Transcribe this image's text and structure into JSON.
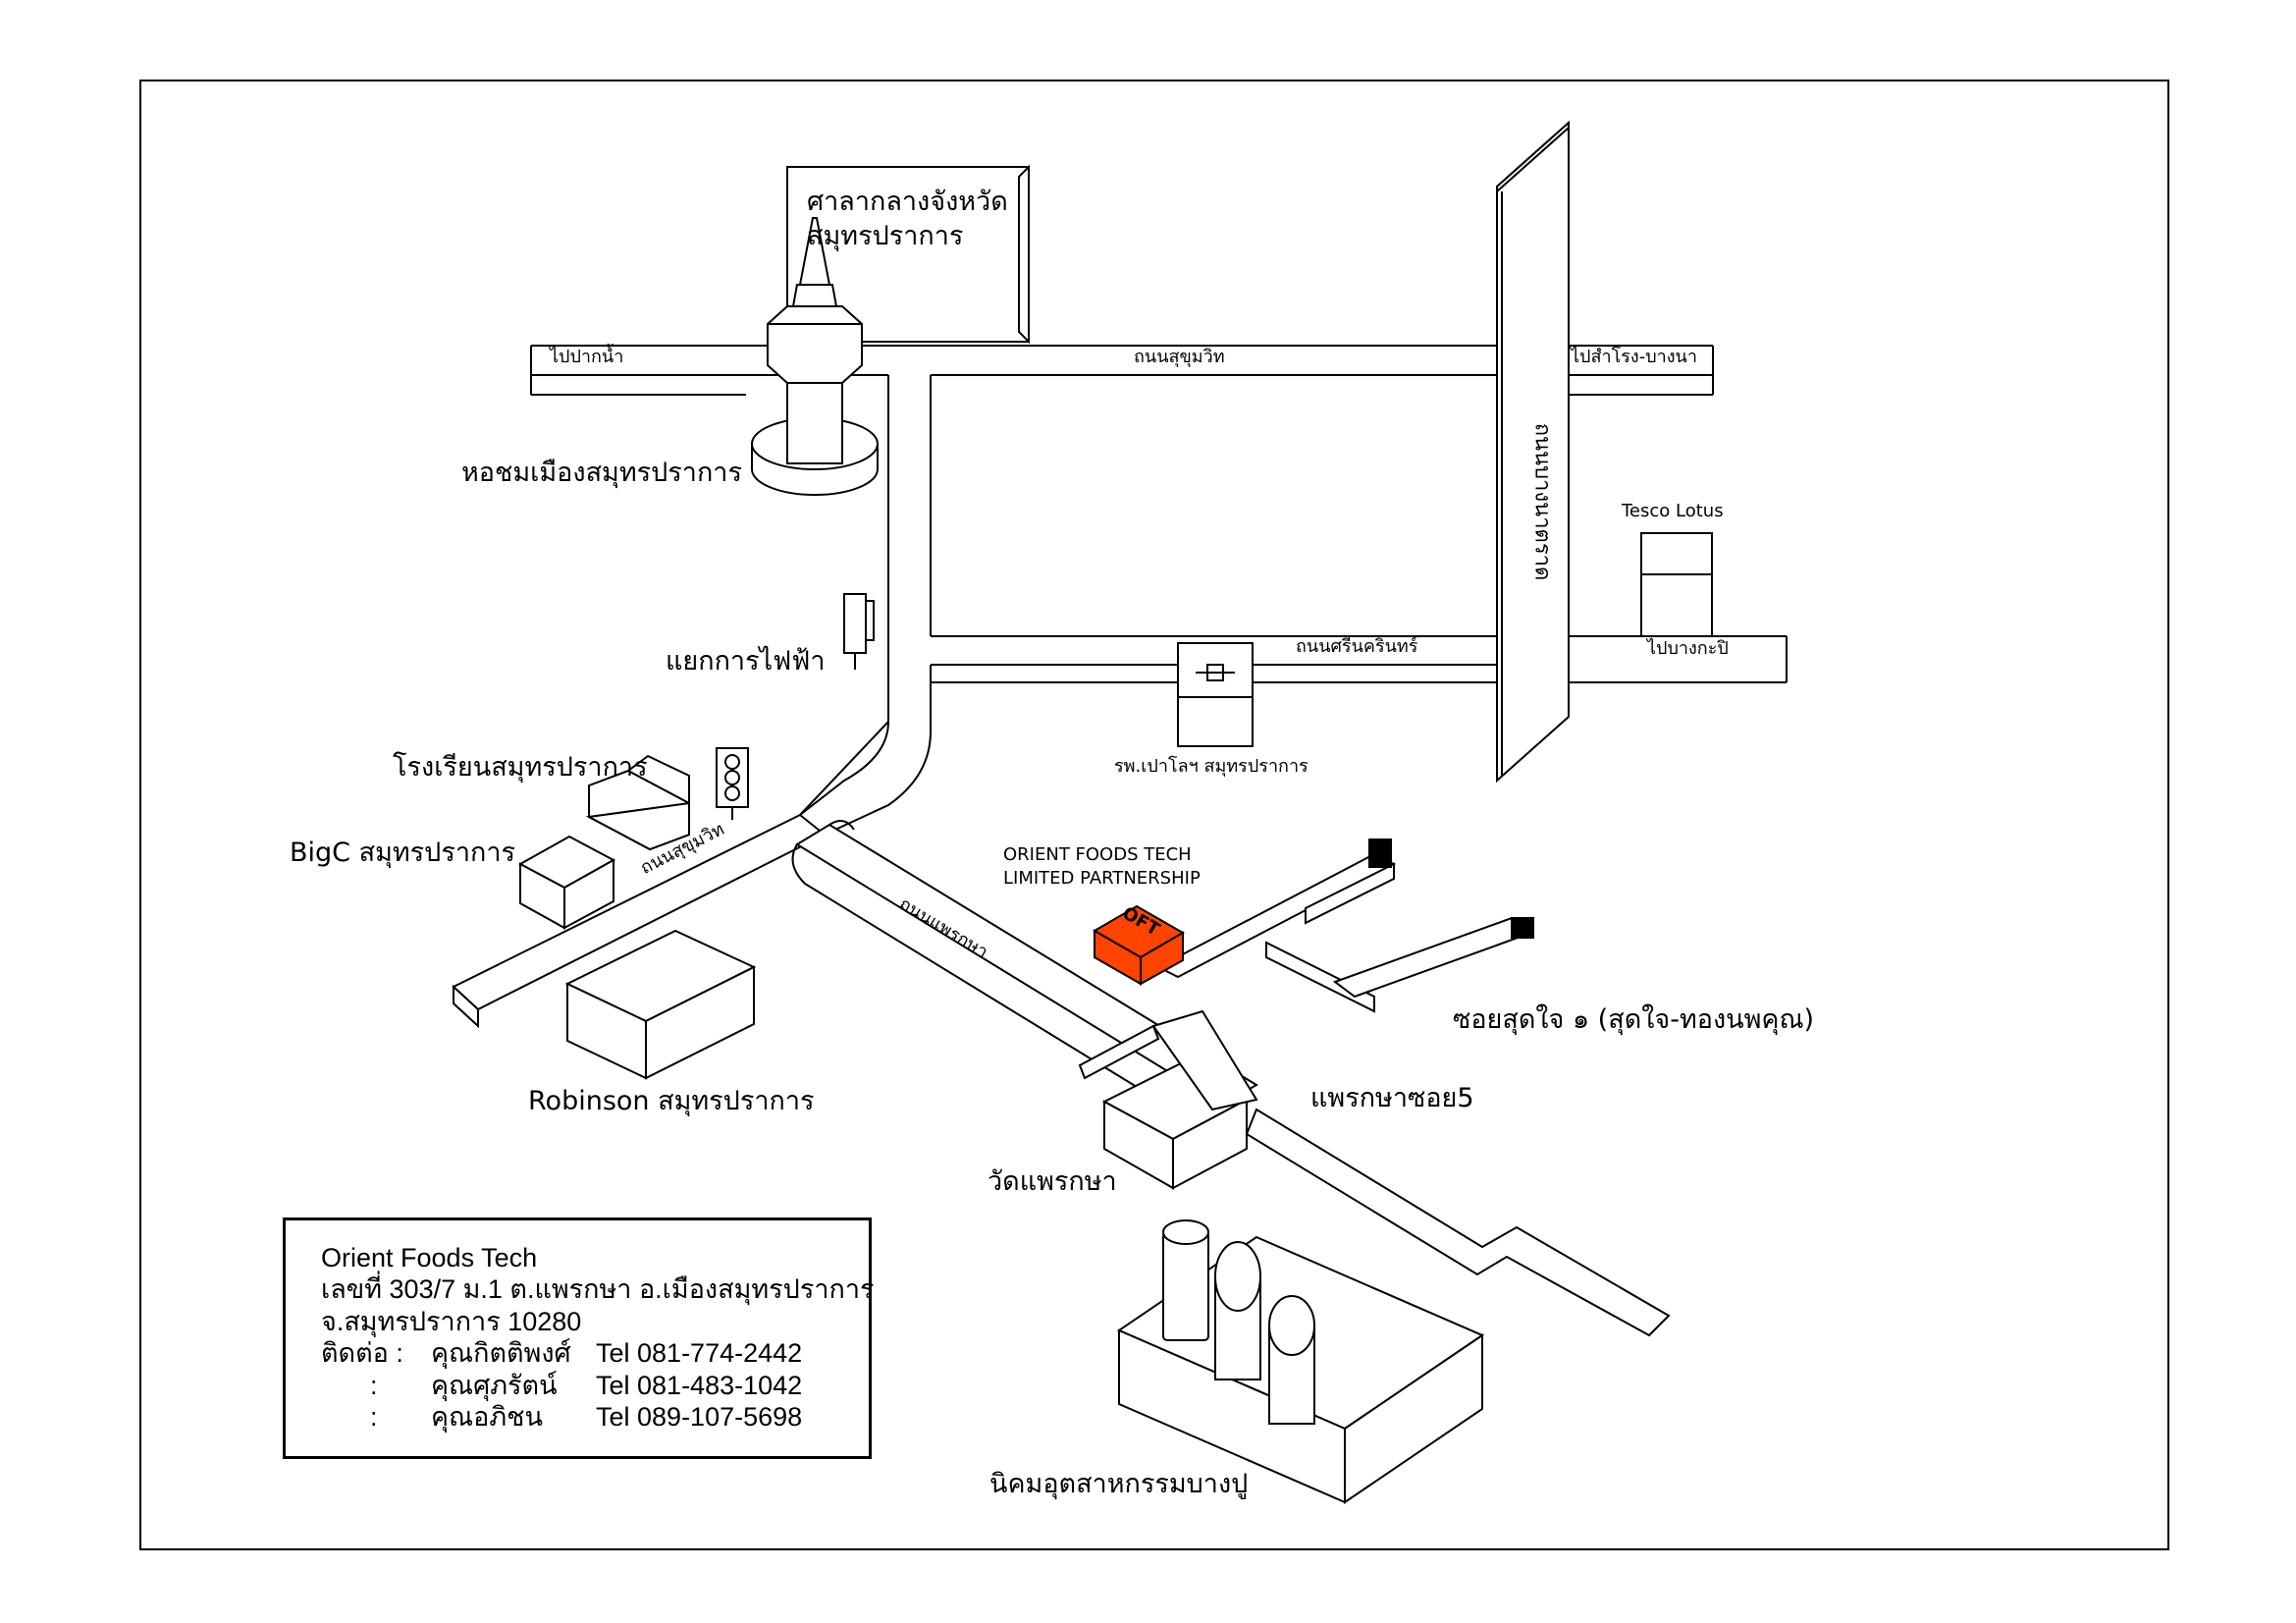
{
  "labels": {
    "city_hall": "ศาลากลางจังหวัด\nสมุทรปราการ",
    "to_paknam": "ไปปากน้ำ",
    "sukhumvit_top": "ถนนสุขุมวิท",
    "to_samrong": "ไปสำโรง-บางนา",
    "bangna_highway": "ถนนบางนาตราด",
    "tower": "หอชมเมืองสมุทรปราการ",
    "tesco": "Tesco Lotus",
    "srinakarin": "ถนนศรีนครินทร์",
    "to_bangkapi": "ไปบางกะปิ",
    "electric_junction": "แยกการไฟฟ้า",
    "hospital": "รพ.เปาโลฯ สมุทรปราการ",
    "school": "โรงเรียนสมุทรปราการ",
    "bigc": "BigC สมุทรปราการ",
    "sukhumvit_diag": "ถนนสุขุมวิท",
    "praeksa_road": "ถนนแพรกษา",
    "company_line1": "ORIENT FOODS TECH",
    "company_line2": "LIMITED PARTNERSHIP",
    "soi_sudjai": "ซอยสุดใจ ๑ (สุดใจ-ทองนพคุณ)",
    "praeksa_soi5": "แพรกษาซอย5",
    "robinson": "Robinson สมุทรปราการ",
    "wat": "วัดแพรกษา",
    "bangpu": "นิคมอุตสาหกรรมบางปู",
    "logo_text": "OFT"
  },
  "info": {
    "name": "Orient Foods Tech",
    "address1": "เลขที่ 303/7 ม.1 ต.แพรกษา อ.เมืองสมุทรปราการ",
    "address2": "จ.สมุทรปราการ 10280",
    "contacts": [
      {
        "prefix": "ติดต่อ :",
        "person": "คุณกิตติพงศ์",
        "tel": "Tel 081-774-2442"
      },
      {
        "prefix": ":",
        "person": "คุณศุภรัตน์",
        "tel": "Tel 081-483-1042"
      },
      {
        "prefix": ":",
        "person": "คุณอภิชน",
        "tel": "Tel 089-107-5698"
      }
    ]
  },
  "colors": {
    "company_building": "#ff4400",
    "line": "#000000",
    "background": "#ffffff"
  },
  "icons": [
    "traffic-light-icon",
    "street-light-icon",
    "factory-icon",
    "temple-icon",
    "tower-icon"
  ]
}
